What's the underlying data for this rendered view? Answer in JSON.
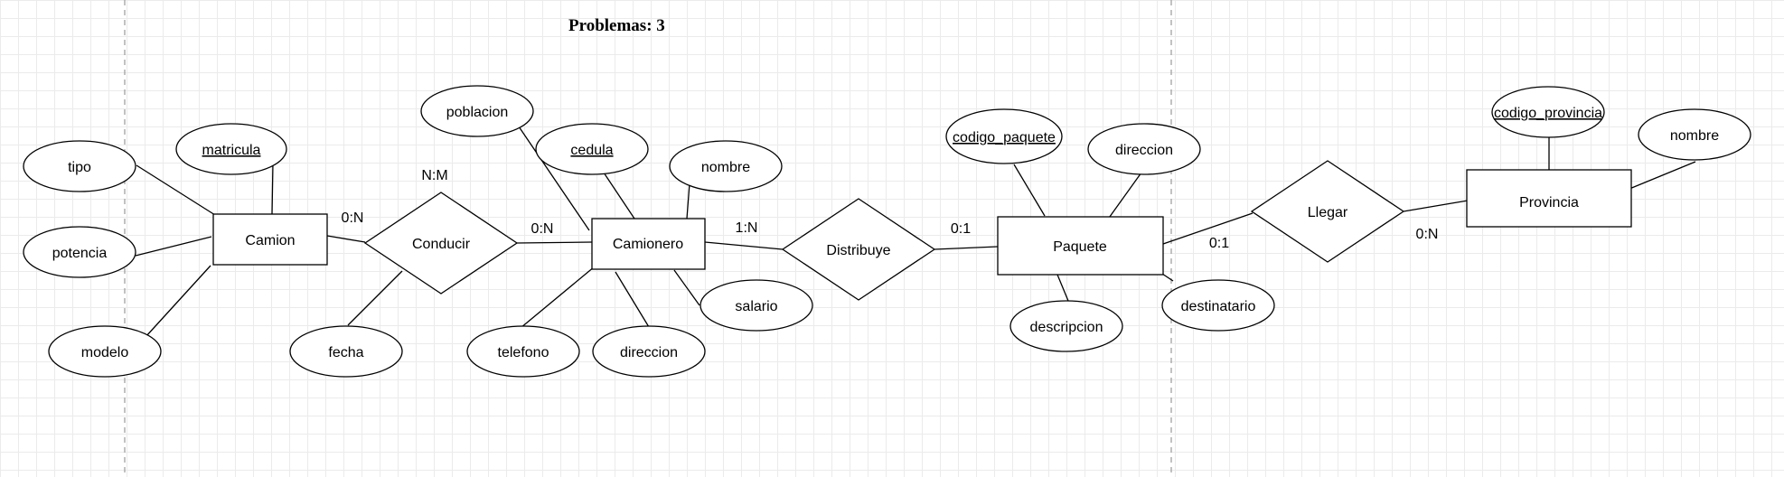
{
  "title": "Problemas: 3",
  "entities": {
    "camion": "Camion",
    "camionero": "Camionero",
    "paquete": "Paquete",
    "provincia": "Provincia"
  },
  "relationships": {
    "conducir": "Conducir",
    "distribuye": "Distribuye",
    "llegar": "Llegar"
  },
  "attributes": {
    "camion_tipo": "tipo",
    "camion_matricula": "matricula",
    "camion_potencia": "potencia",
    "camion_modelo": "modelo",
    "conducir_fecha": "fecha",
    "camionero_poblacion": "poblacion",
    "camionero_cedula": "cedula",
    "camionero_nombre": "nombre",
    "camionero_salario": "salario",
    "camionero_telefono": "telefono",
    "camionero_direccion": "direccion",
    "paquete_codigo": "codigo_paquete",
    "paquete_direccion": "direccion",
    "paquete_descripcion": "descripcion",
    "paquete_destinatario": "destinatario",
    "provincia_codigo": "codigo_provincia",
    "provincia_nombre": "nombre"
  },
  "cardinalities": {
    "camion_conducir": "0:N",
    "conducir_relation": "N:M",
    "conducir_camionero": "0:N",
    "camionero_distribuye": "1:N",
    "distribuye_paquete": "0:1",
    "paquete_llegar": "0:1",
    "llegar_provincia": "0:N"
  }
}
